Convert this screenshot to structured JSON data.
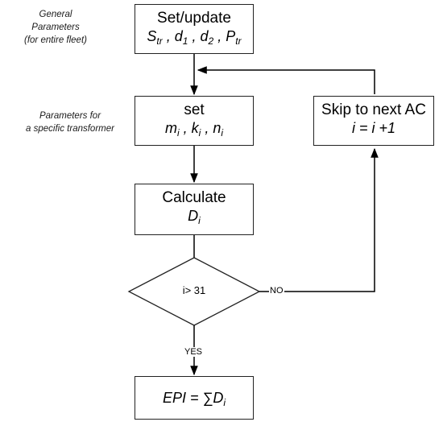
{
  "notes": {
    "general": [
      "General",
      "Parameters",
      "(for entire fleet)"
    ],
    "specific": [
      "Parameters for",
      "a specific transformer"
    ]
  },
  "boxes": {
    "set_update": {
      "title": "Set/update",
      "vars": [
        {
          "b": "S",
          "s": "tr"
        },
        {
          "b": "d",
          "s": "1"
        },
        {
          "b": "d",
          "s": "2"
        },
        {
          "b": "P",
          "s": "tr"
        }
      ]
    },
    "set": {
      "title": "set",
      "vars": [
        {
          "b": "m",
          "s": "i"
        },
        {
          "b": "k",
          "s": "i"
        },
        {
          "b": "n",
          "s": "i"
        }
      ]
    },
    "calculate": {
      "title": "Calculate",
      "var": {
        "b": "D",
        "s": "i"
      }
    },
    "skip": {
      "title": "Skip to next AC",
      "formula": "i = i +1"
    },
    "result": {
      "lhs": "EPI = ∑",
      "var": {
        "b": "D",
        "s": "i"
      }
    }
  },
  "decision": {
    "label": "i> 31",
    "no_label": "NO",
    "yes_label": "YES"
  }
}
